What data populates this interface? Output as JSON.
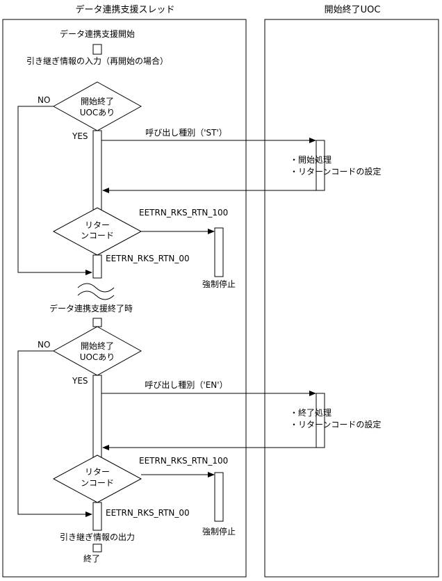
{
  "lanes": {
    "left_title": "データ連携支援スレッド",
    "right_title": "開始終了UOC"
  },
  "start": {
    "label": "データ連携支援開始",
    "handover_input": "引き継ぎ情報の入力（再開始の場合）"
  },
  "decision1": {
    "line1": "開始終了",
    "line2": "UOCあり",
    "no": "NO",
    "yes": "YES"
  },
  "call_start": {
    "label": "呼び出し種別（'ST'）"
  },
  "uoc_start": {
    "line1": "・開始処理",
    "line2": "・リターンコードの設定"
  },
  "return1": {
    "line1": "リター",
    "line2": "ンコード",
    "rtn100": "EETRN_RKS_RTN_100",
    "rtn00": "EETRN_RKS_RTN_00",
    "forced_stop": "強制停止"
  },
  "end_section": {
    "label": "データ連携支援終了時"
  },
  "decision2": {
    "line1": "開始終了",
    "line2": "UOCあり",
    "no": "NO",
    "yes": "YES"
  },
  "call_end": {
    "label": "呼び出し種別（'EN'）"
  },
  "uoc_end": {
    "line1": "・終了処理",
    "line2": "・リターンコードの設定"
  },
  "return2": {
    "line1": "リター",
    "line2": "ンコード",
    "rtn100": "EETRN_RKS_RTN_100",
    "rtn00": "EETRN_RKS_RTN_00",
    "forced_stop": "強制停止"
  },
  "finish": {
    "handover_output": "引き継ぎ情報の出力",
    "end": "終了"
  }
}
